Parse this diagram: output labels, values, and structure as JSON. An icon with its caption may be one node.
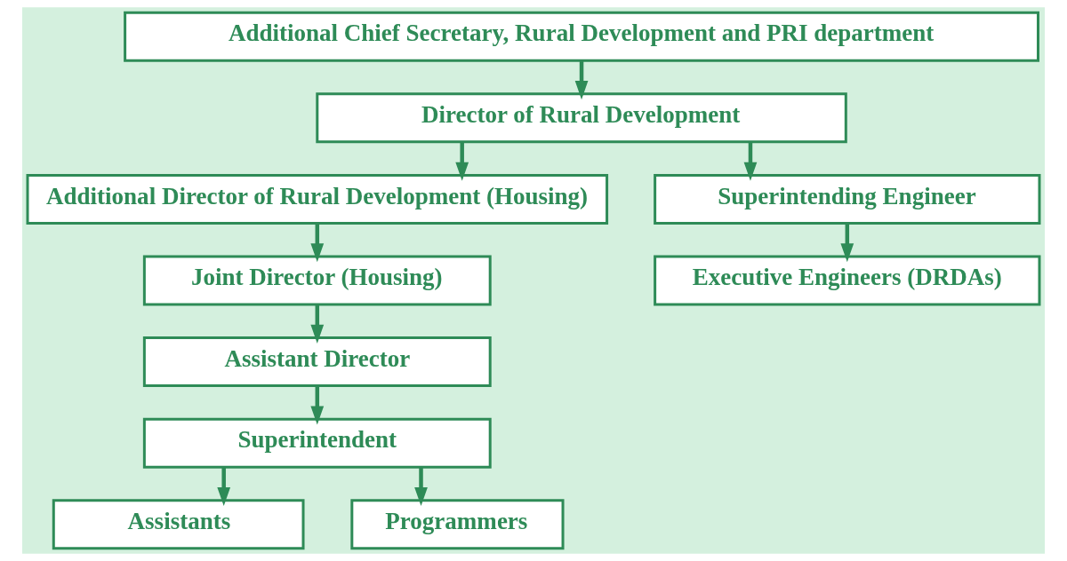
{
  "diagram": {
    "nodes": [
      {
        "text": [
          "Additional Chief Secretary, Rural Development and PRI department"
        ]
      },
      {
        "text": [
          "Director of Rural Development"
        ]
      },
      {
        "text": [
          "Additional Director of Rural Development (Housing)"
        ]
      },
      {
        "text": [
          "Superintending Engineer"
        ]
      },
      {
        "text": [
          "Joint Director (Housing)"
        ]
      },
      {
        "text": [
          "Executive Engineers (DRDAs)"
        ]
      },
      {
        "text": [
          "Assistant Director"
        ]
      },
      {
        "text": [
          "Superintendent"
        ]
      },
      {
        "text": [
          "Assistants"
        ]
      },
      {
        "text": [
          "Programmers"
        ]
      }
    ],
    "edges": [
      {
        "from": 0,
        "to": 1,
        "arrow": "to"
      },
      {
        "from": 1,
        "to": 2,
        "arrow": "to"
      },
      {
        "from": 1,
        "to": 3,
        "arrow": "to"
      },
      {
        "from": 2,
        "to": 4,
        "arrow": "to"
      },
      {
        "from": 3,
        "to": 5,
        "arrow": "to"
      },
      {
        "from": 4,
        "to": 6,
        "arrow": "to"
      },
      {
        "from": 6,
        "to": 7,
        "arrow": "to"
      },
      {
        "from": 7,
        "to": 8,
        "arrow": "to"
      },
      {
        "from": 7,
        "to": 9,
        "arrow": "to"
      }
    ]
  }
}
